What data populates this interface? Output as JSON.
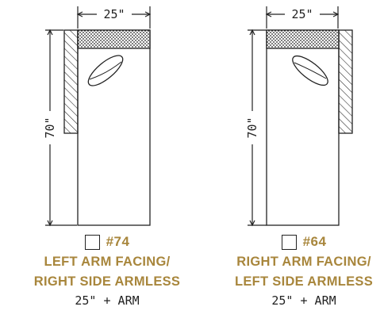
{
  "units": [
    {
      "id": "left-arm",
      "width_label": "25\"",
      "depth_label": "70\"",
      "code": "#74",
      "title_line1": "LEFT ARM FACING/",
      "title_line2": "RIGHT SIDE ARMLESS",
      "dims": "25\" + ARM",
      "arm_side": "left"
    },
    {
      "id": "right-arm",
      "width_label": "25\"",
      "depth_label": "70\"",
      "code": "#64",
      "title_line1": "RIGHT ARM FACING/",
      "title_line2": "LEFT SIDE ARMLESS",
      "dims": "25\" + ARM",
      "arm_side": "right"
    }
  ],
  "colors": {
    "accent": "#a8863c",
    "line": "#222222"
  },
  "icons": [
    "checkbox-icon",
    "pillow-icon"
  ]
}
